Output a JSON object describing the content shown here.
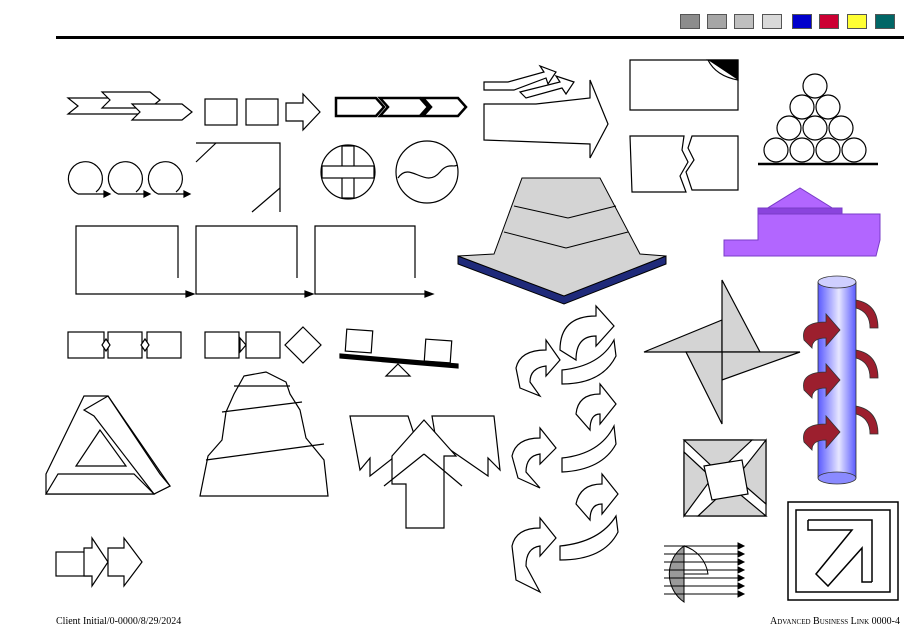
{
  "slide": {
    "footer_left": "Client Initial/0-0000/8/29/2024",
    "footer_right": "Advanced Business Link  0000-4"
  },
  "palette": {
    "swatches": [
      {
        "name": "gray-dark",
        "color": "#8c8c8c"
      },
      {
        "name": "gray-medium",
        "color": "#a6a6a6"
      },
      {
        "name": "gray-light",
        "color": "#bfbfbf"
      },
      {
        "name": "gray-lightest",
        "color": "#d9d9d9"
      },
      {
        "name": "blue",
        "color": "#0000cc"
      },
      {
        "name": "red",
        "color": "#cc0033"
      },
      {
        "name": "yellow",
        "color": "#ffff33"
      },
      {
        "name": "teal",
        "color": "#006666"
      }
    ],
    "shape_fill": "#d4d4d4",
    "navy": "#1f2a7a",
    "violet": "#b266ff",
    "column_blue": "#6f6fff",
    "arrow_red": "#9c1f2e"
  }
}
